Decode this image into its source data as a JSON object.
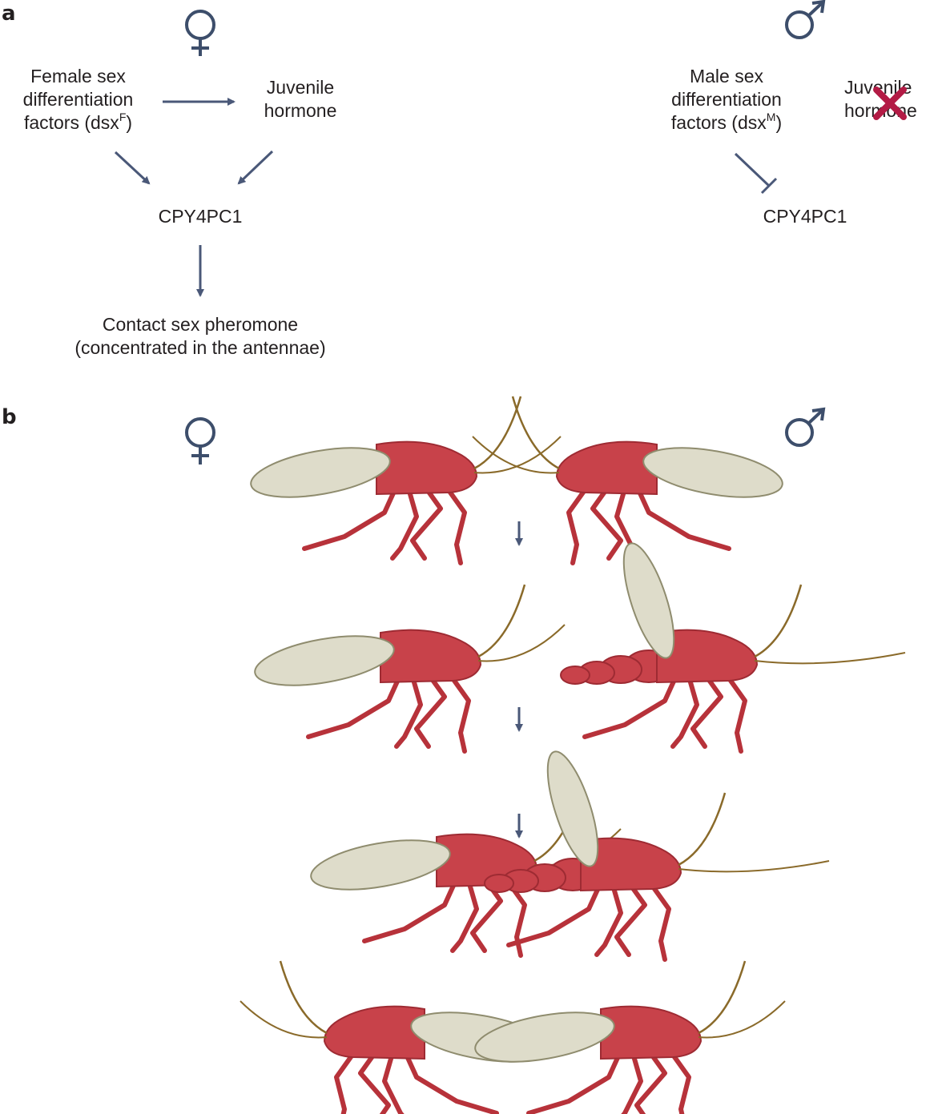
{
  "panel_a": {
    "letter": "a",
    "female": {
      "symbol": "♀",
      "factors_line1": "Female sex",
      "factors_line2": "differentiation",
      "factors_line3": "factors (dsx",
      "factors_sup": "F",
      "factors_close": ")",
      "hormone_line1": "Juvenile",
      "hormone_line2": "hormone",
      "gene": "CPY4PC1",
      "output_line1": "Contact sex pheromone",
      "output_line2": "(concentrated in the antennae)"
    },
    "male": {
      "symbol": "♂",
      "factors_line1": "Male sex",
      "factors_line2": "differentiation",
      "factors_line3": "factors (dsx",
      "factors_sup": "M",
      "factors_close": ")",
      "hormone_line1": "Juvenile",
      "hormone_line2": "hormone",
      "gene": "CPY4PC1"
    }
  },
  "panel_b": {
    "letter": "b",
    "female_symbol": "♀",
    "male_symbol": "♂"
  },
  "colors": {
    "arrow": "#4a5878",
    "symbol": "#3d4e6b",
    "cross": "#b31b45",
    "body_red": "#c8424a",
    "wing": "#d9d8c6",
    "antenna": "#8a6a2a"
  }
}
